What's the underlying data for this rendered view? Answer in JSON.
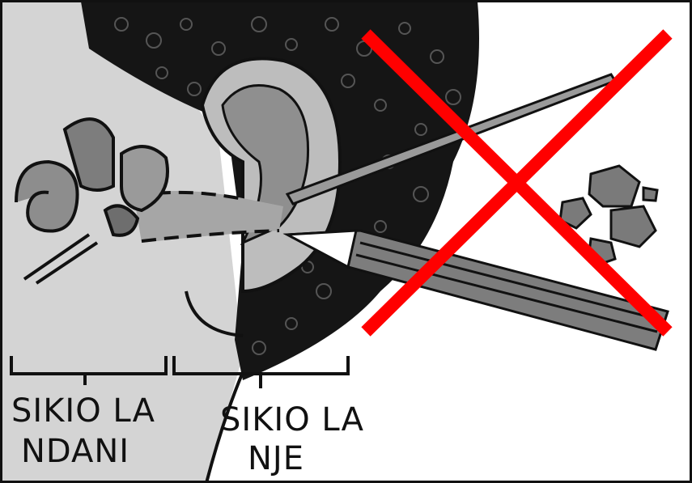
{
  "labels": {
    "inner_ear_line1": "SIKIO LA",
    "inner_ear_line2": "NDANI",
    "outer_ear_line1": "SIKIO LA",
    "outer_ear_line2": "NJE"
  },
  "colors": {
    "background_light": "#d2d2d2",
    "ear_gray": "#a9a9a9",
    "dark_gray": "#7a7a7a",
    "hair": "#111111",
    "prohibition_x": "#ff0000"
  }
}
